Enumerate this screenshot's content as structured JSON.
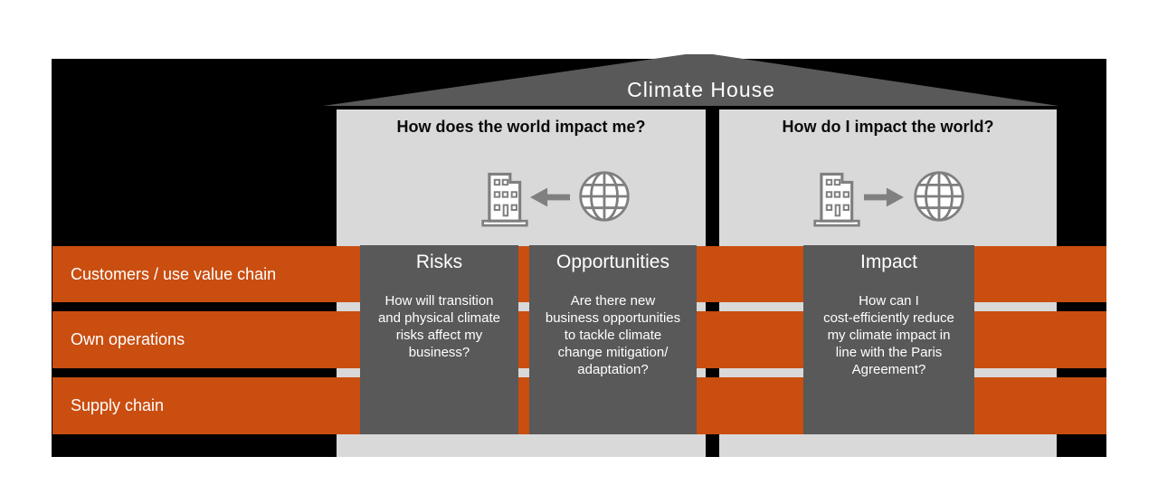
{
  "roof": {
    "title": "Climate House"
  },
  "columns": {
    "left": {
      "header": "How does the world impact me?",
      "icon_flow": [
        "building-icon",
        "arrow-left-icon",
        "globe-icon"
      ]
    },
    "right": {
      "header": "How do I impact the world?",
      "icon_flow": [
        "building-icon",
        "arrow-right-icon",
        "globe-icon"
      ]
    }
  },
  "value_chain_rows": [
    {
      "label": "Customers / use value chain"
    },
    {
      "label": "Own operations"
    },
    {
      "label": "Supply chain"
    }
  ],
  "boxes": [
    {
      "title": "Risks",
      "body": "How will transition\nand physical climate\nrisks affect my\nbusiness?"
    },
    {
      "title": "Opportunities",
      "body": "Are there new\nbusiness opportunities\nto tackle climate\nchange mitigation/\nadaptation?"
    },
    {
      "title": "Impact",
      "body": "How can I\ncost-efficiently reduce\nmy climate impact in\nline with the Paris\nAgreement?"
    }
  ],
  "colors": {
    "orange": "#c94e10",
    "dark_gray": "#595959",
    "light_gray": "#d9d9d9",
    "black_panel": "#000000",
    "icon_gray": "#7f7f7f",
    "text_white": "#ffffff"
  }
}
